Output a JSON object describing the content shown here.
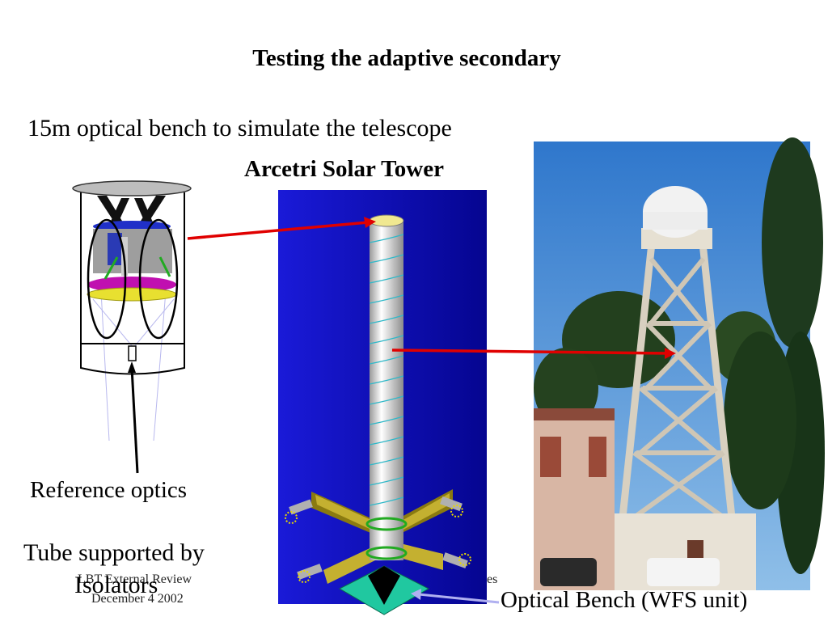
{
  "slide": {
    "title": "Testing the adaptive secondary",
    "subtitle": "15m optical bench to simulate the telescope",
    "tower_caption": "Arcetri Solar Tower",
    "reference_optics_label": "Reference optics",
    "tube_label_line1": "Tube supported by",
    "tube_label_line2": "Isolators",
    "optical_bench_label": "Optical Bench (WFS unit)"
  },
  "footer": {
    "left_line1": "LBT External Review",
    "left_line2": "December 4 2002",
    "right_partial": "es"
  },
  "colors": {
    "arrow": "#e00000",
    "render_background": "#1010c0",
    "sky": "#3a86d6"
  }
}
